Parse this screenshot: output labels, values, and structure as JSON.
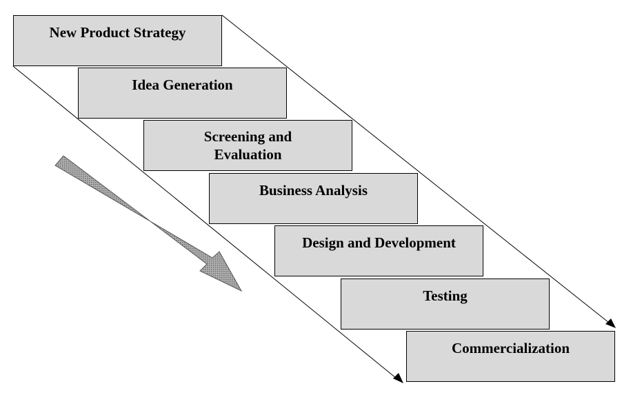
{
  "diagram": {
    "type": "staircase-process",
    "steps": [
      {
        "label": "New Product Strategy"
      },
      {
        "label": "Idea Generation"
      },
      {
        "label": "Screening and\nEvaluation"
      },
      {
        "label": "Business Analysis"
      },
      {
        "label": "Design and Development"
      },
      {
        "label": "Testing"
      },
      {
        "label": "Commercialization"
      }
    ],
    "colors": {
      "box_fill": "#d9d9d9",
      "box_border": "#000000",
      "arrow_fill": "#9a9a9a",
      "guide_lines": "#000000"
    },
    "direction_arrow": "down-right"
  }
}
